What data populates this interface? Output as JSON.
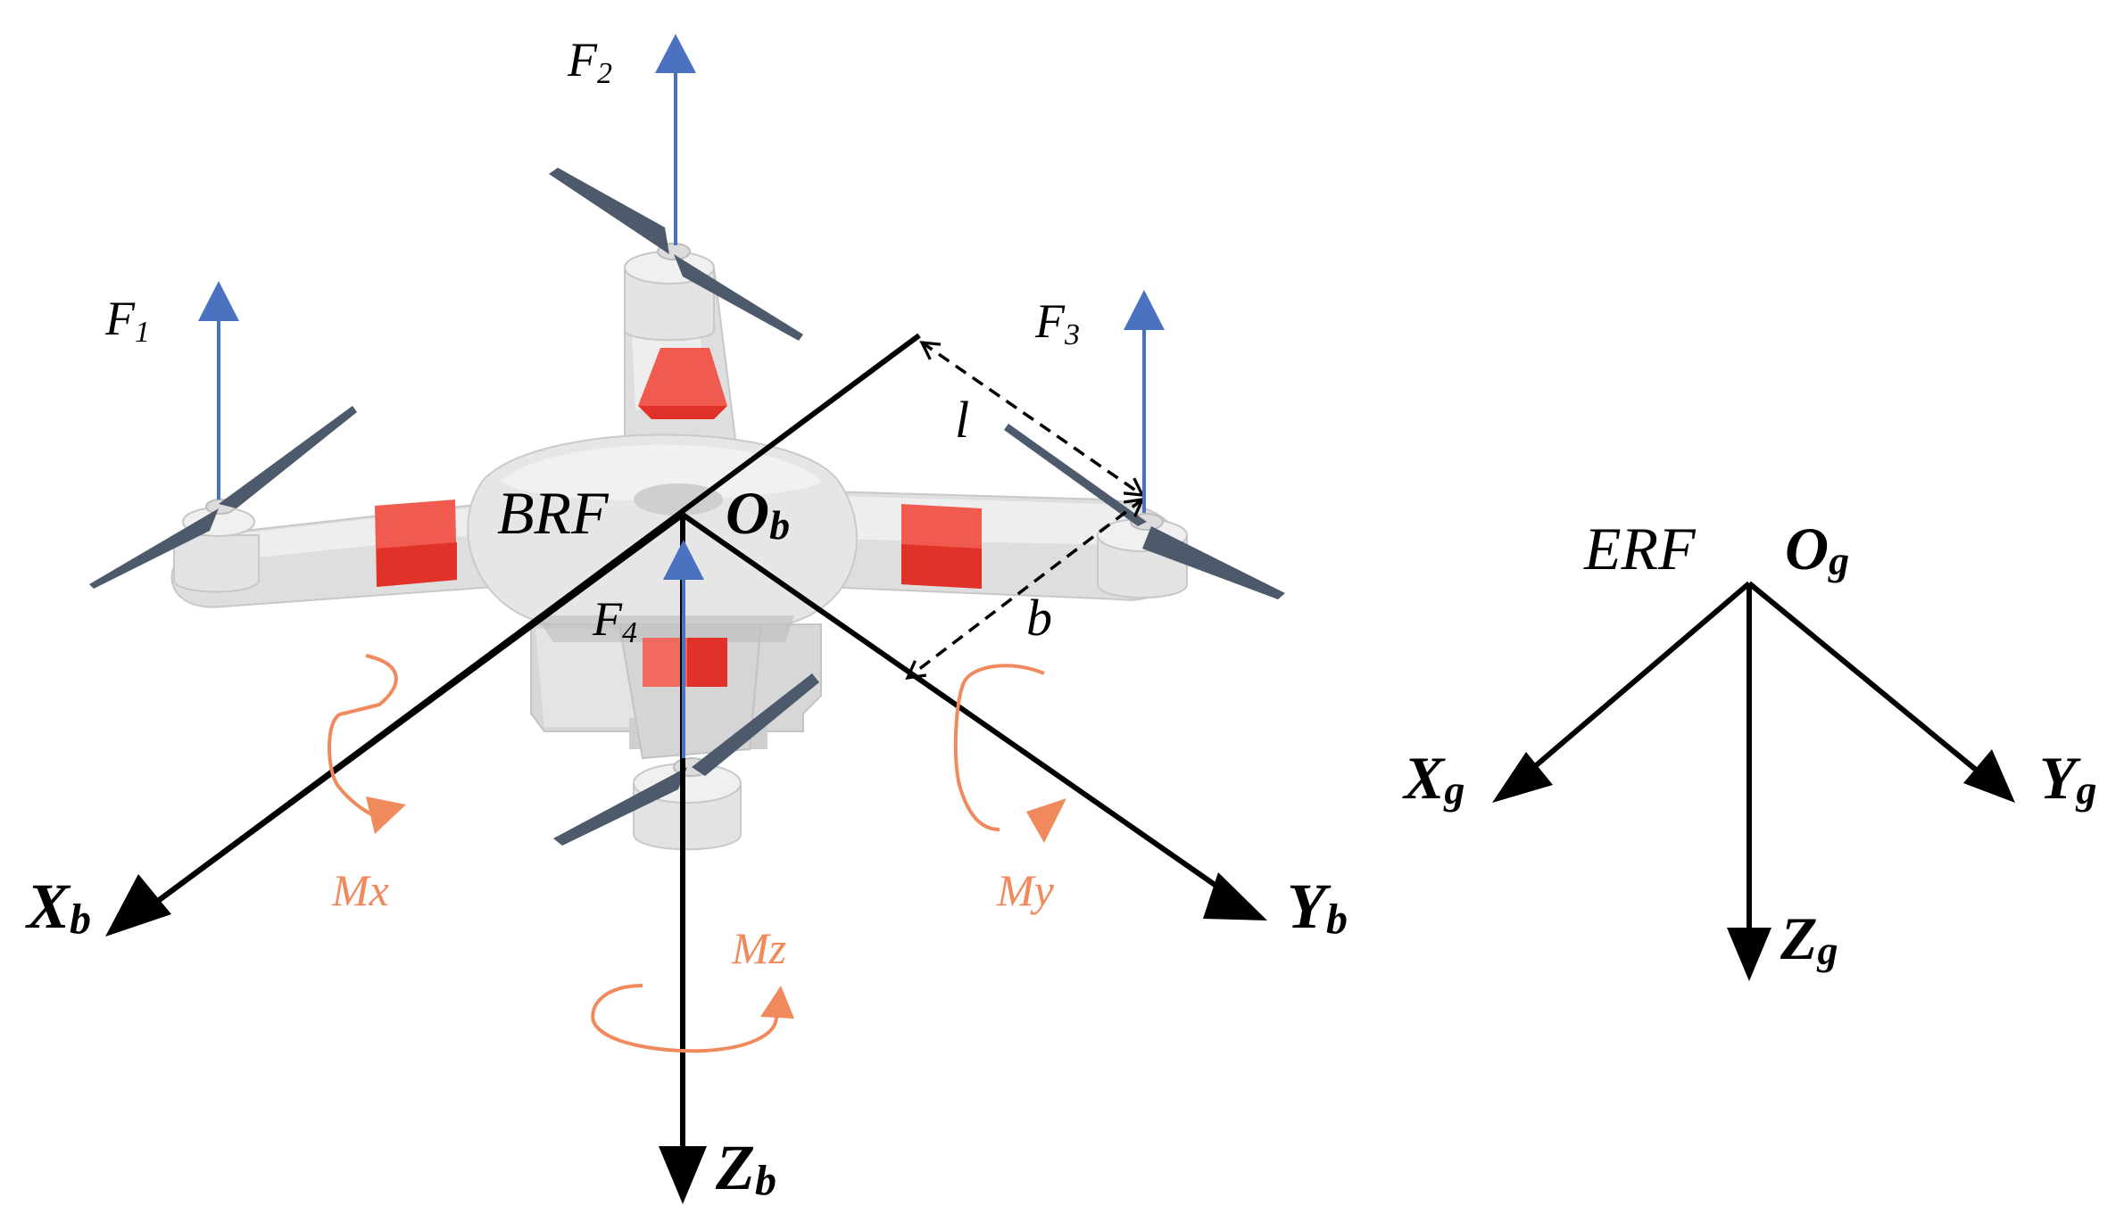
{
  "forces": {
    "f1": {
      "main": "F",
      "sub": "1"
    },
    "f2": {
      "main": "F",
      "sub": "2"
    },
    "f3": {
      "main": "F",
      "sub": "3"
    },
    "f4": {
      "main": "F",
      "sub": "4"
    }
  },
  "moments": {
    "mx": {
      "main": "M",
      "sub": "x"
    },
    "my": {
      "main": "M",
      "sub": "y"
    },
    "mz": {
      "main": "M",
      "sub": "z"
    }
  },
  "body_frame": {
    "name": "BRF",
    "origin": {
      "main": "O",
      "sub": "b"
    },
    "x_axis": {
      "main": "X",
      "sub": "b"
    },
    "y_axis": {
      "main": "Y",
      "sub": "b"
    },
    "z_axis": {
      "main": "Z",
      "sub": "b"
    }
  },
  "earth_frame": {
    "name": "ERF",
    "origin": {
      "main": "O",
      "sub": "g"
    },
    "x_axis": {
      "main": "X",
      "sub": "g"
    },
    "y_axis": {
      "main": "Y",
      "sub": "g"
    },
    "z_axis": {
      "main": "Z",
      "sub": "g"
    }
  },
  "dimensions": {
    "arm_length": "l",
    "offset": "b"
  },
  "colors": {
    "force_arrow": "#4a72c0",
    "moment_arrow": "#f08a5d",
    "axis": "#000000",
    "drone_body": "#e6e6e6",
    "drone_shadow": "#bdbdbd",
    "arm_band": "#e8423a",
    "propeller": "#4d5a6b"
  }
}
